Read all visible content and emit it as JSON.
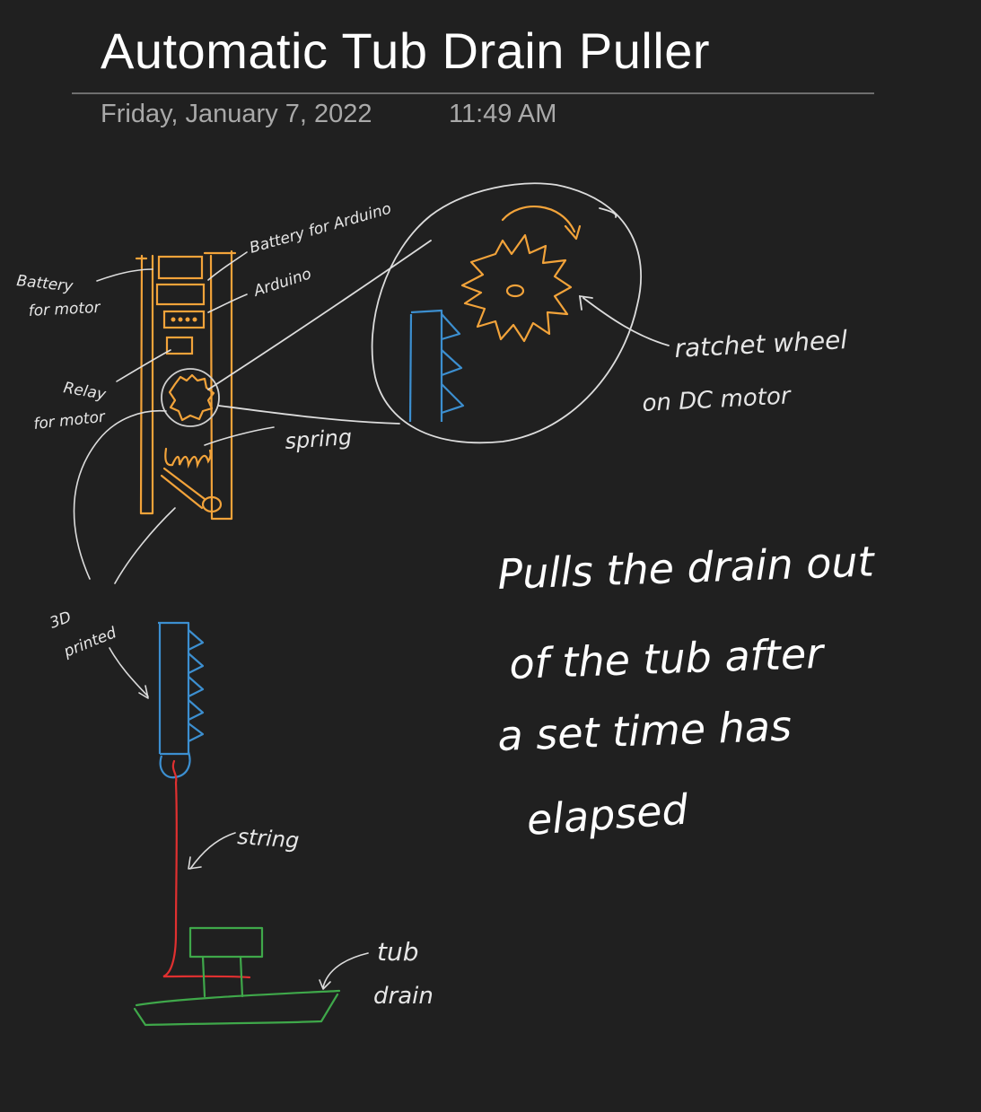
{
  "page": {
    "title": "Automatic Tub Drain Puller",
    "date": "Friday, January 7, 2022",
    "time": "11:49 AM"
  },
  "labels": {
    "battery_motor_line1": "Battery",
    "battery_motor_line2": "for motor",
    "battery_arduino": "Battery for Arduino",
    "arduino": "Arduino",
    "relay_line1": "Relay",
    "relay_line2": "for motor",
    "spring": "spring",
    "printed_line1": "3D",
    "printed_line2": "printed",
    "ratchet_line1": "ratchet wheel",
    "ratchet_line2": "on DC motor",
    "string": "string",
    "tub_drain_line1": "tub",
    "tub_drain_line2": "drain"
  },
  "note": {
    "line1": "Pulls the drain out",
    "line2": "of the tub after",
    "line3": "a set time has",
    "line4": "elapsed"
  },
  "colors": {
    "background": "#202020",
    "ink_white": "#ffffff",
    "ink_orange": "#f2a33a",
    "ink_blue": "#3c8fd0",
    "ink_red": "#e03030",
    "ink_green": "#3fa84a",
    "ink_gray": "#dcdcdc"
  }
}
